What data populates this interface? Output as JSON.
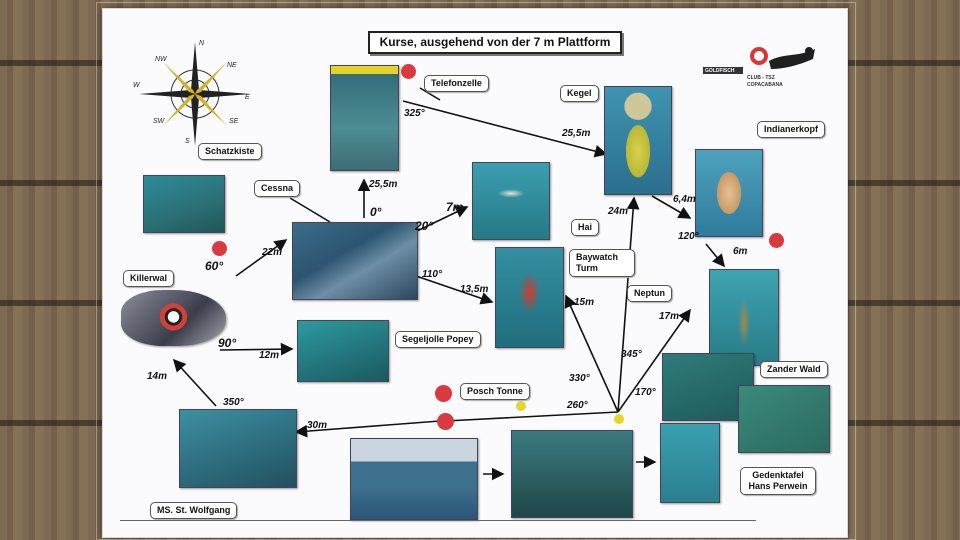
{
  "title": "Kurse, ausgehend von der 7 m Plattform",
  "logo": {
    "line1": "CLUB - TSZ",
    "line2": "COPACABANA",
    "tag": "GOLDFISCH"
  },
  "compass": {
    "n": "N",
    "ne": "NE",
    "e": "E",
    "se": "SE",
    "s": "S",
    "sw": "SW",
    "w": "W",
    "nw": "NW"
  },
  "stations": {
    "telefonzelle": "Telefonzelle",
    "kegel": "Kegel",
    "indianerkopf": "Indianerkopf",
    "schatzkiste": "Schatzkiste",
    "cessna": "Cessna",
    "hai": "Hai",
    "baywatch": "Baywatch Turm",
    "killerwal": "Killerwal",
    "neptun": "Neptun",
    "segeljolle": "Segeljolle Popey",
    "zander": "Zander Wald",
    "posch": "Posch Tonne",
    "stwolfgang": "MS. St. Wolfgang",
    "gedenktafel": "Gedenktafel Hans Perwein"
  },
  "courses": {
    "c325": "325°",
    "d25_5a": "25,5m",
    "d25_5b": "25,5m",
    "c0": "0°",
    "c20": "20°",
    "d7": "7m",
    "c110": "110°",
    "d13_5": "13,5m",
    "c60": "60°",
    "d22": "22m",
    "c90": "90°",
    "d12": "12m",
    "d14": "14m",
    "c350": "350°",
    "d30": "30m",
    "c260": "260°",
    "c330": "330°",
    "c345": "345°",
    "c170": "170°",
    "d15": "15m",
    "d24": "24m",
    "d17": "17m",
    "d6_4": "6,4m",
    "c120": "120°",
    "d6": "6m"
  }
}
